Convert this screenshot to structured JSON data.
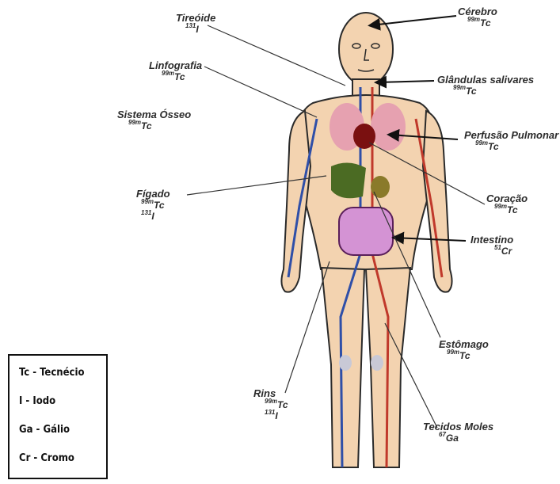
{
  "labels": {
    "cerebro": {
      "name": "Cérebro",
      "iso_mass": "99m",
      "iso_sym": "Tc"
    },
    "glandulas": {
      "name": "Glândulas salivares",
      "iso_mass": "99m",
      "iso_sym": "Tc"
    },
    "perfusao": {
      "name": "Perfusão Pulmonar",
      "iso_mass": "99m",
      "iso_sym": "Tc"
    },
    "coracao": {
      "name": "Coração",
      "iso_mass": "99m",
      "iso_sym": "Tc"
    },
    "intestino": {
      "name": "Intestino",
      "iso_mass": "51",
      "iso_sym": "Cr"
    },
    "estomago": {
      "name": "Estômago",
      "iso_mass": "99m",
      "iso_sym": "Tc"
    },
    "tecidos": {
      "name": "Tecidos Moles",
      "iso_mass": "67",
      "iso_sym": "Ga"
    },
    "tireoide": {
      "name": "Tireóide",
      "iso_mass": "131",
      "iso_sym": "I"
    },
    "linfografia": {
      "name": "Linfografia",
      "iso_mass": "99m",
      "iso_sym": "Tc"
    },
    "sistema_osseo": {
      "name": "Sistema Ósseo",
      "iso_mass": "99m",
      "iso_sym": "Tc"
    },
    "figado": {
      "name": "Fígado",
      "iso1_mass": "99m",
      "iso1_sym": "Tc",
      "iso2_mass": "131",
      "iso2_sym": "I"
    },
    "rins": {
      "name": "Rins",
      "iso1_mass": "99m",
      "iso1_sym": "Tc",
      "iso2_mass": "131",
      "iso2_sym": "I"
    }
  },
  "legend": {
    "items": [
      "Tc - Tecnécio",
      "I - Iodo",
      "Ga - Gálio",
      "Cr - Cromo"
    ]
  }
}
